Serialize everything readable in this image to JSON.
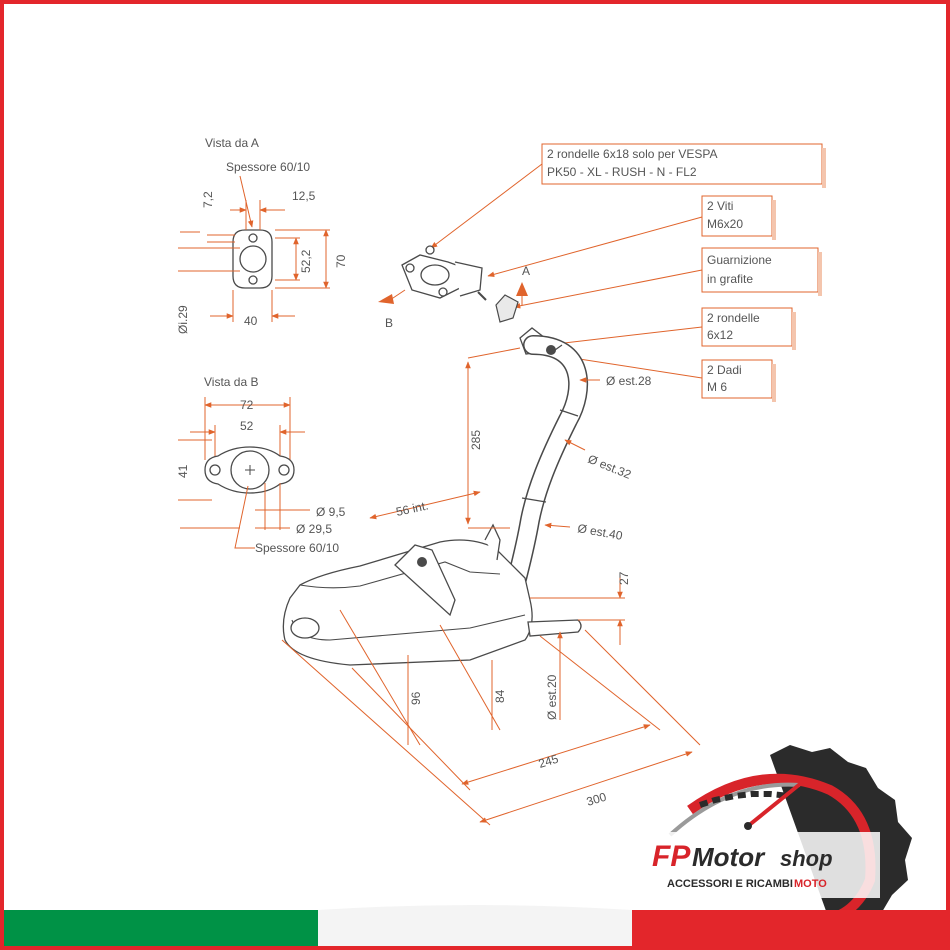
{
  "view_a": {
    "title": "Vista da A",
    "thickness": "Spessore 60/10",
    "dim_7_2": "7,2",
    "dim_12_5": "12,5",
    "dim_52_2": "52,2",
    "dim_70": "70",
    "dim_40": "40",
    "dim_dia_29": "Øi.29"
  },
  "view_b": {
    "title": "Vista da B",
    "dim_72": "72",
    "dim_52": "52",
    "dim_41": "41",
    "dim_dia_9_5": "Ø 9,5",
    "dim_dia_29_5": "Ø 29,5",
    "thickness": "Spessore 60/10"
  },
  "callouts": {
    "washers_line1": "2 rondelle 6x18 solo per VESPA",
    "washers_line2": "PK50 - XL - RUSH - N - FL2",
    "screws_line1": "2 Viti",
    "screws_line2": "M6x20",
    "gasket_line1": "Guarnizione",
    "gasket_line2": "in grafite",
    "washers612_line1": "2 rondelle",
    "washers612_line2": "6x12",
    "nuts_line1": "2 Dadi",
    "nuts_line2": "M 6"
  },
  "labels": {
    "arrow_a": "A",
    "arrow_b": "B"
  },
  "dimensions": {
    "est28": "Ø est.28",
    "est32": "Ø est.32",
    "est40": "Ø est.40",
    "est20": "Ø est.20",
    "d285": "285",
    "d56int": "56 int.",
    "d27": "27",
    "d96": "96",
    "d84": "84",
    "d245": "245",
    "d300": "300"
  },
  "brand": {
    "name_fp": "FP",
    "name_motor": "Motor",
    "name_shop": "shop",
    "tagline_main": "ACCESSORI E RICAMBI",
    "tagline_accent": "MOTO"
  },
  "colors": {
    "frame": "#e3262b",
    "dimension_line": "#e0642c",
    "flag_green": "#009246",
    "flag_red": "#e3262b",
    "logo_red": "#d8242a",
    "logo_dark": "#2b2b2b"
  }
}
